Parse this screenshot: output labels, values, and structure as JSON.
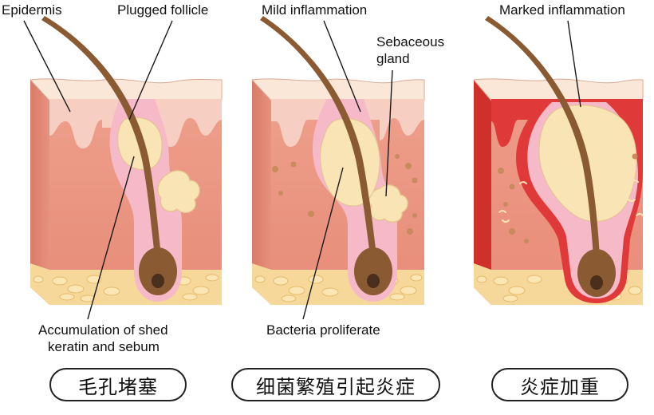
{
  "labels": {
    "epidermis": "Epidermis",
    "plugged_follicle": "Plugged follicle",
    "accumulation_line1": "Accumulation of shed",
    "accumulation_line2": "keratin and sebum",
    "mild_inflammation": "Mild inflammation",
    "sebaceous_line1": "Sebaceous",
    "sebaceous_line2": "gland",
    "bacteria": "Bacteria proliferate",
    "marked_inflammation": "Marked inflammation"
  },
  "stages": [
    {
      "caption": "毛孔堵塞"
    },
    {
      "caption": "细菌繁殖引起炎症"
    },
    {
      "caption": "炎症加重"
    }
  ],
  "colors": {
    "dermis": "#ea9a86",
    "epidermis": "#f6d2c4",
    "surface": "#fbe7d8",
    "follicle_lining": "#f5b9c8",
    "plug": "#f9e4b5",
    "hair": "#8a5a33",
    "fat": "#f6d89a",
    "inflammation": "#e0393a",
    "line": "#1a1a1a"
  }
}
